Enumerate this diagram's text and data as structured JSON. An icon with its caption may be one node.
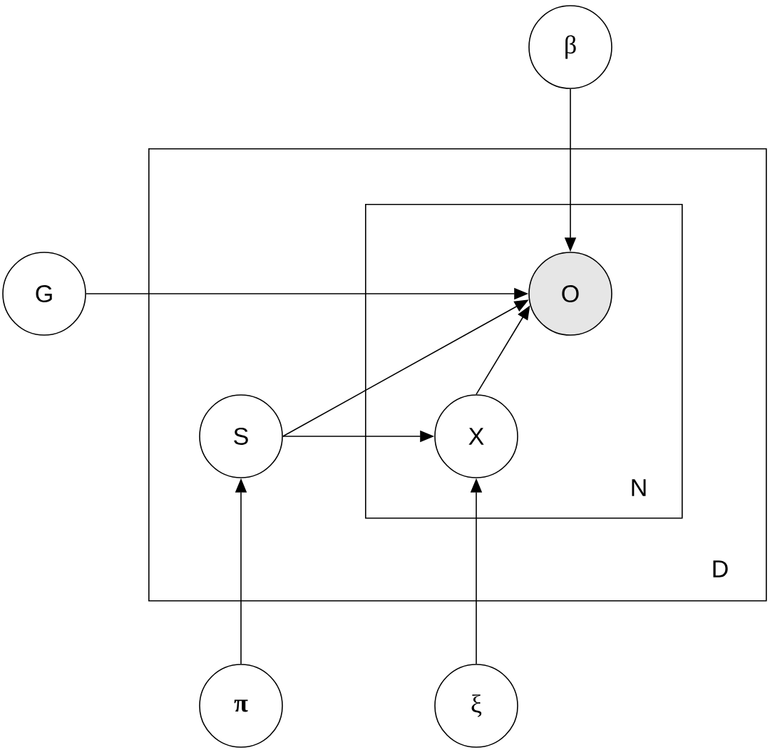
{
  "diagram": {
    "nodes": [
      {
        "text": [
          "β"
        ]
      },
      {
        "text": [
          "D"
        ]
      },
      {
        "text": [
          "N"
        ],
        "in": 1
      },
      {
        "text": [
          "G"
        ]
      },
      {
        "text": [
          "O"
        ],
        "in": 2
      },
      {
        "text": [
          "S"
        ],
        "in": 1
      },
      {
        "text": [
          "X"
        ],
        "in": 2
      },
      {
        "text": [
          "π"
        ]
      },
      {
        "text": [
          "ξ"
        ]
      }
    ],
    "edges": [
      {
        "from": 0,
        "to": 4,
        "arrow": "to"
      },
      {
        "from": 3,
        "to": 4,
        "arrow": "to"
      },
      {
        "from": 5,
        "to": 4,
        "arrow": "to"
      },
      {
        "from": 6,
        "to": 4,
        "arrow": "to"
      },
      {
        "from": 5,
        "to": 6,
        "arrow": "to"
      },
      {
        "from": 7,
        "to": 5,
        "arrow": "to"
      },
      {
        "from": 8,
        "to": 6,
        "arrow": "to"
      }
    ]
  }
}
